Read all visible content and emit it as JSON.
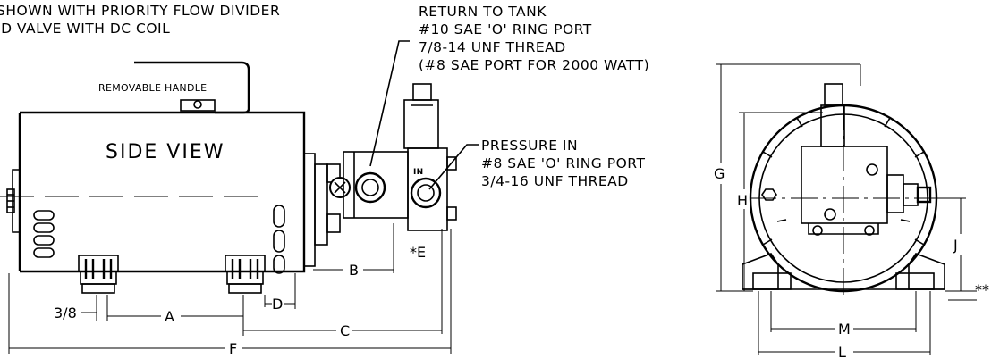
{
  "notes": {
    "top_left": [
      "SHOWN WITH PRIORITY FLOW DIVIDER",
      "ID VALVE WITH DC COIL"
    ],
    "handle_label": "REMOVABLE HANDLE",
    "view_title": "SIDE VIEW",
    "return": [
      "RETURN TO TANK",
      "#10 SAE  'O' RING PORT",
      "7/8-14 UNF THREAD",
      "(#8 SAE PORT FOR 2000 WATT)"
    ],
    "pressure": [
      "PRESSURE IN",
      "#8 SAE 'O' RING PORT",
      "3/4-16 UNF THREAD"
    ],
    "in_mark": "IN"
  },
  "dimensions": {
    "three_eighths": "3/8",
    "a": "A",
    "b": "B",
    "c": "C",
    "d": "D",
    "e": "*E",
    "f": "F",
    "g": "G",
    "h": "H",
    "j": "J",
    "l": "L",
    "m": "M",
    "double_star": "**"
  }
}
